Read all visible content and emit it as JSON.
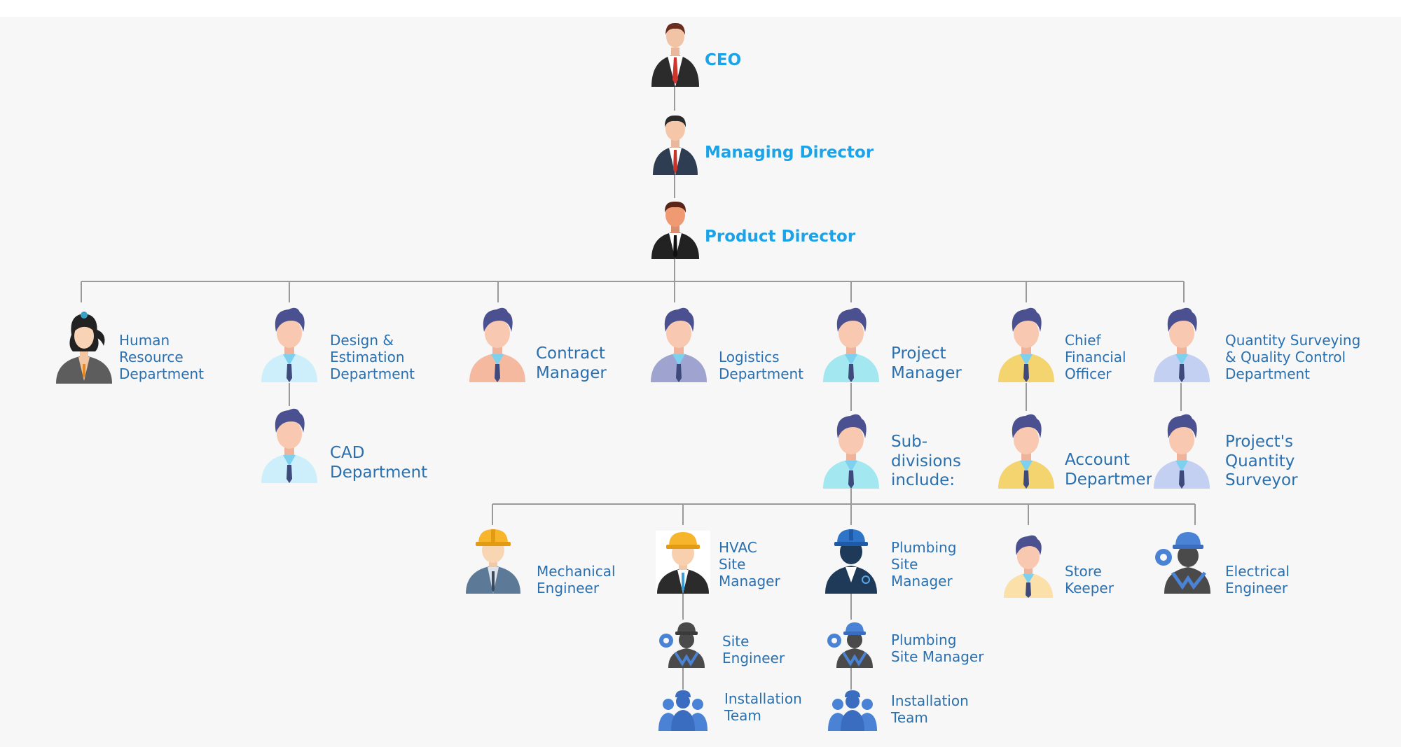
{
  "colors": {
    "accent": "#1aa3e8",
    "label": "#2a6fae",
    "connector": "#9a9a9a",
    "icon_hair": "#4b5091",
    "icon_skin": "#f8c8b0",
    "icon_tie": "#3f4a7c",
    "icon_blue": "#4a82d6"
  },
  "top": {
    "ceo": "CEO",
    "managing_director": "Managing Director",
    "product_director": "Product Director"
  },
  "departments": {
    "hr": "Human\nResource\nDepartment",
    "design": "Design &\nEstimation\nDepartment",
    "cad": "CAD\nDepartment",
    "contract": "Contract\nManager",
    "logistics": "Logistics\nDepartment",
    "project": "Project\nManager",
    "subdivisions": "Sub-\ndivisions\ninclude:",
    "cfo": "Chief\nFinancial\nOfficer",
    "account": "Account\nDepartment",
    "qs": "Quantity Surveying\n& Quality Control\nDepartment",
    "pqs": "Project's\nQuantity\nSurveyor"
  },
  "site": {
    "mech": "Mechanical\nEngineer",
    "hvac": "HVAC\nSite\nManager",
    "site_engineer": "Site\nEngineer",
    "install_1": "Installation\nTeam",
    "plumbing": "Plumbing\nSite\nManager",
    "plumbing_sub": "Plumbing\nSite Manager",
    "install_2": "Installation\nTeam",
    "store": "Store\nKeeper",
    "electrical": "Electrical\nEngineer"
  },
  "icons": {
    "ceo": "businessman-icon",
    "managing_director": "businessman-icon",
    "product_director": "businessman-icon",
    "hr": "businesswoman-icon",
    "staff": "employee-icon",
    "engineer": "engineer-hardhat-icon",
    "worker": "worker-icon",
    "team": "team-icon"
  }
}
